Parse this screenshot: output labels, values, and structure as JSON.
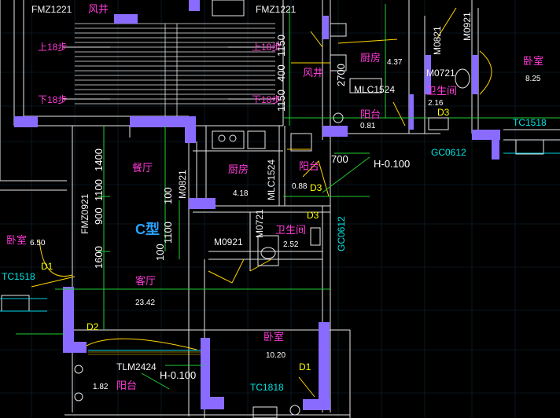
{
  "drawing": {
    "unit_type": "C型",
    "rooms": {
      "dining": "餐厅",
      "kitchen_center": "厨房",
      "kitchen_center_area": "4.18",
      "balcony_center": "阳台",
      "balcony_center_area": "0.88",
      "bath_center": "卫生间",
      "bath_center_area": "2.52",
      "living": "客厅",
      "living_area": "23.42",
      "bedroom_left": "卧室",
      "bedroom_left_area": "6.50",
      "bedroom_bottom": "卧室",
      "bedroom_bottom_area": "10.20",
      "balcony_bottom": "阳台",
      "balcony_bottom_area": "1.82",
      "kitchen_right": "厨房",
      "kitchen_right_area": "4.37",
      "balcony_right": "阳台",
      "balcony_right_area": "0.81",
      "bath_right": "卫生间",
      "bath_right_area": "2.16",
      "bedroom_right": "卧室",
      "bedroom_right_area": "8.25",
      "shaft_left": "风井",
      "shaft_right": "风井"
    },
    "doors": {
      "fm_left": "FMZ1221",
      "fm_right": "FMZ1221",
      "fm_vertical": "FMZ0921",
      "m0821_center": "M0821",
      "m0921": "M0921",
      "m0721_center": "M0721",
      "m0821_right": "M0821",
      "m0721_right": "M0721",
      "m0921_top": "M0921",
      "mlc_center": "MLC1524",
      "mlc_right": "MLC1524",
      "tlm": "TLM2424"
    },
    "windows": {
      "tc1518_left": "TC1518",
      "tc1818": "TC1818",
      "tc1518_right": "TC1518",
      "gc0612_center": "GC0612",
      "gc0612_right": "GC0612"
    },
    "tags": {
      "d1_left": "D1",
      "d2": "D2",
      "d1_bottom": "D1",
      "d3_center": "D3",
      "d3_right": "D3"
    },
    "elevations": {
      "center": "H-0.100",
      "bottom": "H-0.100"
    },
    "stairs": {
      "up_left": "上18步",
      "up_right": "上18步",
      "down_left": "下18步",
      "down_right": "下18步"
    },
    "dimensions": {
      "d1150a": "1150",
      "d400": "400",
      "d1150b": "1150",
      "d2700": "2700",
      "d700": "700",
      "d1400": "1400",
      "d1100a": "1100",
      "d900": "900",
      "d100a": "100",
      "d1100b": "1100",
      "d100b": "100",
      "d1600": "1600"
    }
  }
}
